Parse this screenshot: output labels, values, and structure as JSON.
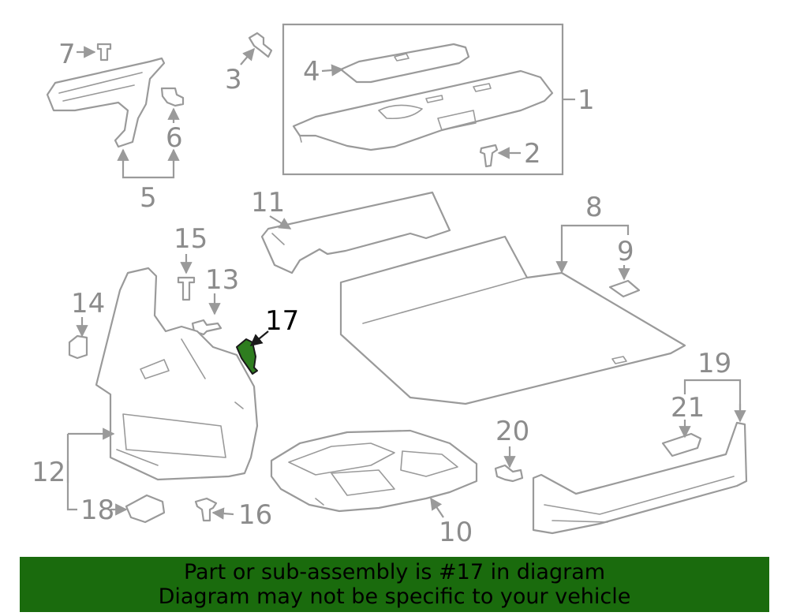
{
  "diagram": {
    "highlighted_part": "17",
    "callouts": {
      "c1": "1",
      "c2": "2",
      "c3": "3",
      "c4": "4",
      "c5": "5",
      "c6": "6",
      "c7": "7",
      "c8": "8",
      "c9": "9",
      "c10": "10",
      "c11": "11",
      "c12": "12",
      "c13": "13",
      "c14": "14",
      "c15": "15",
      "c16": "16",
      "c17": "17",
      "c18": "18",
      "c19": "19",
      "c20": "20",
      "c21": "21"
    }
  },
  "banner": {
    "line1": "Part or sub-assembly is #17 in diagram",
    "line2": "Diagram may not be specific to your vehicle",
    "background": "#1a6b0d"
  },
  "colors": {
    "outline": "#9a9a9a",
    "highlight_fill": "#2e7d1f",
    "highlight_label": "#000000"
  }
}
